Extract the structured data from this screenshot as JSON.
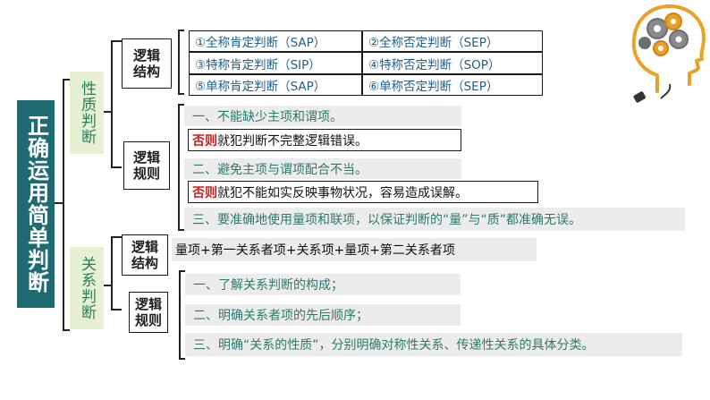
{
  "title": "正确运用简单判断",
  "nature": {
    "label": "性质判断",
    "structure_label": "逻辑结构",
    "types": [
      "①全称肯定判断（SAP）",
      "②全称否定判断（SEP）",
      "③特称肯定判断（SIP）",
      "④特称否定判断（SOP）",
      "⑤单称肯定判断（SAP）",
      "⑥单称否定判断（SEP）"
    ],
    "rules_label": "逻辑规则",
    "rule1": "一、不能缺少主项和谓项。",
    "note1_red": "否则",
    "note1_rest": "就犯判断不完整逻辑错误。",
    "rule2": "二、避免主项与谓项配合不当。",
    "note2_red": "否则",
    "note2_rest": "就犯不能如实反映事物状况，容易造成误解。",
    "rule3": "三、要准确地使用量项和联项，以保证判断的“量”与“质”都准确无误。"
  },
  "relation": {
    "label": "关系判断",
    "structure_label": "逻辑结构",
    "structure": "量项+第一关系者项+关系项+量项+第二关系者项",
    "rules_label": "逻辑规则",
    "rules": [
      "一、了解关系判断的构成；",
      "二、明确关系者项的先后顺序；",
      "三、明确“关系的性质”，分别明确对称性关系、传递性关系的具体分类。"
    ]
  },
  "colors": {
    "title_bg": "#1f6b72",
    "category_bg": "#e6f0d2",
    "rule_bg": "#ececec",
    "warning": "#d11a1a"
  }
}
